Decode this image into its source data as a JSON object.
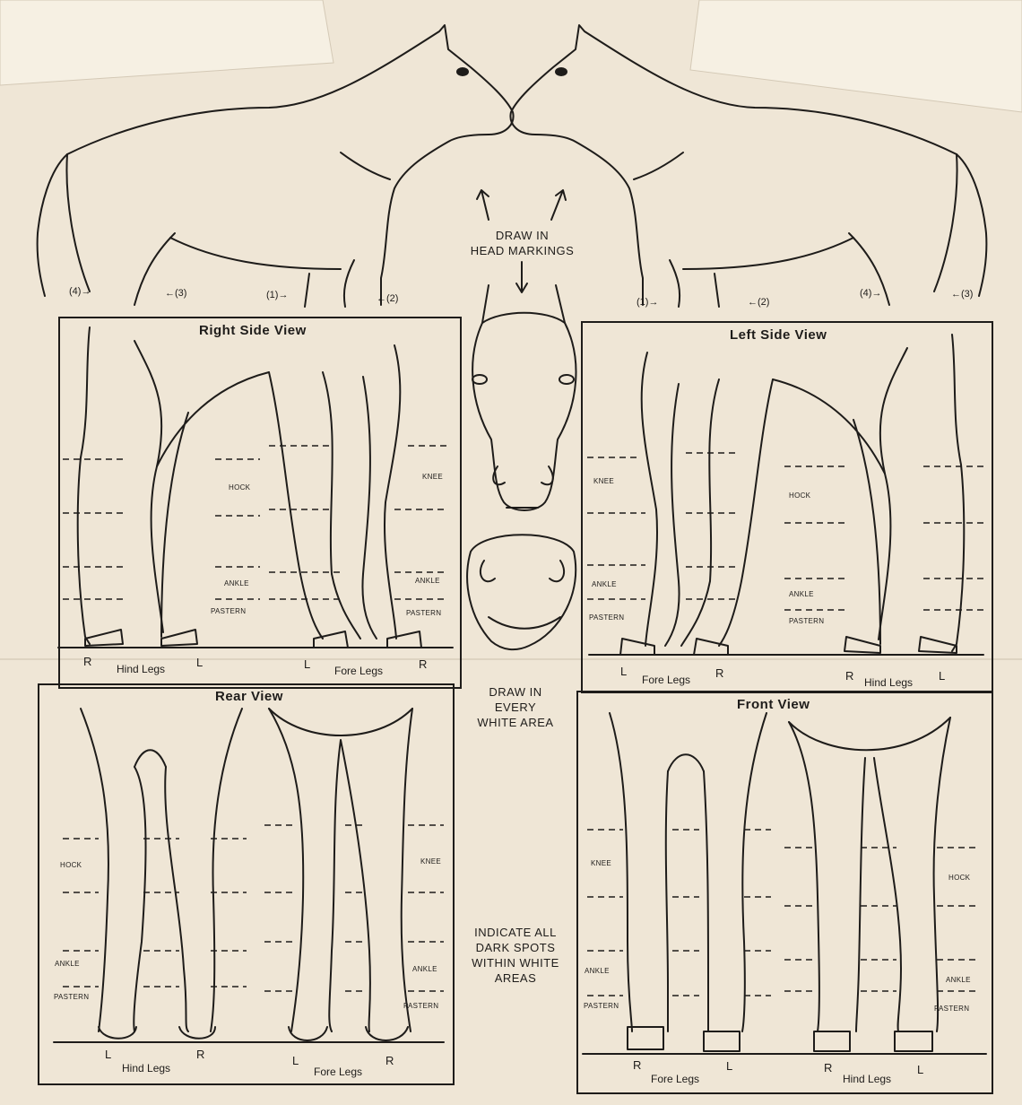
{
  "instructions": {
    "head_markings": "DRAW IN\nHEAD MARKINGS",
    "every_white": "DRAW IN\nEVERY\nWHITE AREA",
    "dark_spots": "INDICATE ALL\nDARK SPOTS\nWITHIN WHITE\nAREAS"
  },
  "markers": {
    "right_horse": [
      "(4)→",
      "←(3)",
      "(1)→",
      "←(2)"
    ],
    "left_horse": [
      "(1)→",
      "←(2)",
      "(4)→",
      "←(3)"
    ]
  },
  "panels": {
    "right_side": {
      "title": "Right Side View",
      "landmarks": [
        "HOCK",
        "KNEE",
        "ANKLE",
        "ANKLE",
        "PASTERN",
        "PASTERN"
      ],
      "hind_caption": "Hind Legs",
      "fore_caption": "Fore Legs",
      "sides": [
        "R",
        "L",
        "L",
        "R"
      ]
    },
    "left_side": {
      "title": "Left Side View",
      "landmarks": [
        "KNEE",
        "HOCK",
        "ANKLE",
        "ANKLE",
        "PASTERN",
        "PASTERN"
      ],
      "fore_caption": "Fore Legs",
      "hind_caption": "Hind Legs",
      "sides": [
        "L",
        "R",
        "R",
        "L"
      ]
    },
    "rear": {
      "title": "Rear View",
      "landmarks": [
        "HOCK",
        "KNEE",
        "ANKLE",
        "ANKLE",
        "PASTERN",
        "PASTERN"
      ],
      "hind_caption": "Hind Legs",
      "fore_caption": "Fore Legs",
      "sides": [
        "L",
        "R",
        "L",
        "R"
      ]
    },
    "front": {
      "title": "Front View",
      "landmarks": [
        "KNEE",
        "HOCK",
        "ANKLE",
        "ANKLE",
        "PASTERN",
        "PASTERN"
      ],
      "fore_caption": "Fore Legs",
      "hind_caption": "Hind Legs",
      "sides": [
        "R",
        "L",
        "R",
        "L"
      ]
    }
  },
  "colors": {
    "paper": "#efe6d6",
    "ink": "#1e1c1a",
    "shadow": "#d9cfbd"
  }
}
